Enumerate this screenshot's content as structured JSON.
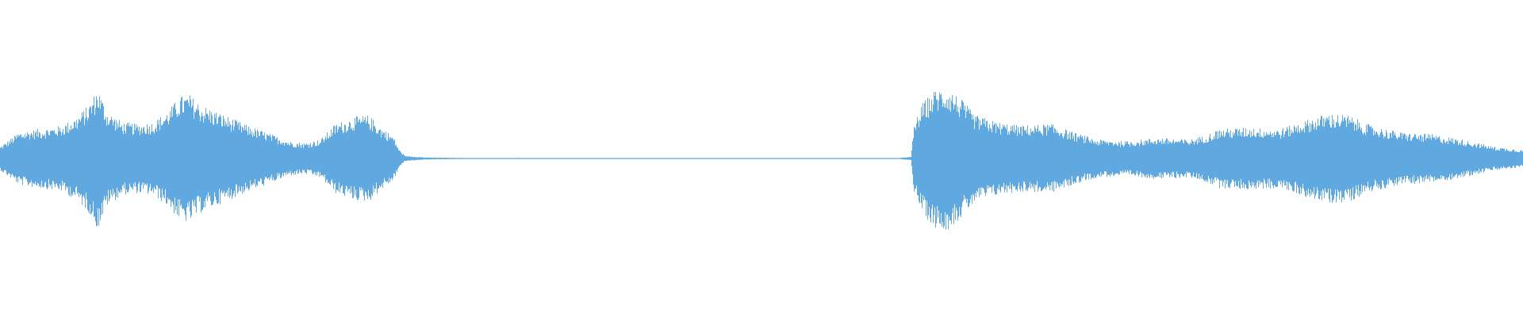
{
  "waveform": {
    "color": "#5fa8e0",
    "amplitude_envelope": [
      [
        0.0,
        0.14
      ],
      [
        0.006,
        0.22
      ],
      [
        0.012,
        0.3
      ],
      [
        0.02,
        0.33
      ],
      [
        0.03,
        0.35
      ],
      [
        0.04,
        0.38
      ],
      [
        0.05,
        0.48
      ],
      [
        0.058,
        0.62
      ],
      [
        0.064,
        0.82
      ],
      [
        0.07,
        0.55
      ],
      [
        0.08,
        0.42
      ],
      [
        0.09,
        0.4
      ],
      [
        0.1,
        0.42
      ],
      [
        0.11,
        0.55
      ],
      [
        0.118,
        0.72
      ],
      [
        0.124,
        0.74
      ],
      [
        0.132,
        0.62
      ],
      [
        0.145,
        0.52
      ],
      [
        0.16,
        0.4
      ],
      [
        0.175,
        0.3
      ],
      [
        0.19,
        0.2
      ],
      [
        0.2,
        0.18
      ],
      [
        0.21,
        0.22
      ],
      [
        0.22,
        0.4
      ],
      [
        0.232,
        0.48
      ],
      [
        0.242,
        0.5
      ],
      [
        0.25,
        0.36
      ],
      [
        0.258,
        0.26
      ],
      [
        0.262,
        0.1
      ],
      [
        0.266,
        0.03
      ],
      [
        0.28,
        0.012
      ],
      [
        0.3,
        0.008
      ],
      [
        0.32,
        0.004
      ],
      [
        0.34,
        0.006
      ],
      [
        0.4,
        0.005
      ],
      [
        0.5,
        0.005
      ],
      [
        0.59,
        0.006
      ],
      [
        0.598,
        0.02
      ],
      [
        0.6,
        0.4
      ],
      [
        0.606,
        0.65
      ],
      [
        0.614,
        0.8
      ],
      [
        0.622,
        0.82
      ],
      [
        0.63,
        0.7
      ],
      [
        0.64,
        0.5
      ],
      [
        0.655,
        0.42
      ],
      [
        0.67,
        0.38
      ],
      [
        0.69,
        0.4
      ],
      [
        0.705,
        0.3
      ],
      [
        0.72,
        0.22
      ],
      [
        0.74,
        0.2
      ],
      [
        0.76,
        0.24
      ],
      [
        0.78,
        0.22
      ],
      [
        0.79,
        0.26
      ],
      [
        0.8,
        0.34
      ],
      [
        0.82,
        0.36
      ],
      [
        0.84,
        0.34
      ],
      [
        0.86,
        0.46
      ],
      [
        0.872,
        0.52
      ],
      [
        0.885,
        0.5
      ],
      [
        0.9,
        0.38
      ],
      [
        0.92,
        0.3
      ],
      [
        0.94,
        0.28
      ],
      [
        0.96,
        0.22
      ],
      [
        0.98,
        0.14
      ],
      [
        1.0,
        0.1
      ]
    ]
  }
}
